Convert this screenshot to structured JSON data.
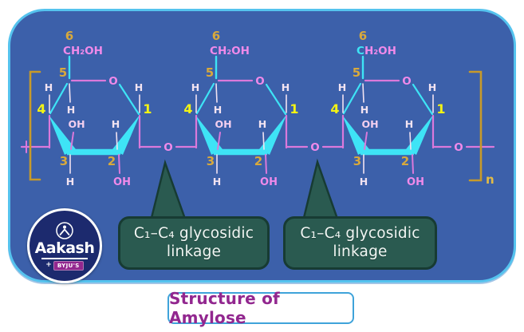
{
  "theme": {
    "panel_bg": "#3c60aa",
    "panel_border": "#55c3ee",
    "callout_bg": "#2a5a50",
    "callout_border": "#173b33",
    "callout_text": "#f1f6f3",
    "title_color": "#92278f",
    "title_border": "#3fa3da",
    "logo_bg": "#1c2a6e",
    "badge_bg": "#93278f"
  },
  "molecule": {
    "colors": {
      "cyan": "#3ee4f6",
      "pink_line": "#db79db",
      "pink_text": "#f08aea",
      "light_text": "#f2e3f1",
      "inner_oh": "#f3cfef",
      "gold": "#d8a93c",
      "bright_yellow": "#f4f414",
      "bracket": "#c79a2a",
      "n_color": "#e3bc45"
    },
    "rings": [
      {
        "num6": "6",
        "ch2oh": "CH₂OH",
        "num5": "5",
        "h_c4": "H",
        "h_c1": "H",
        "num4": "4",
        "num1": "1",
        "h_c5": "H",
        "oh_c3": "OH",
        "h_c2": "H",
        "num3": "3",
        "num2": "2",
        "h_c3": "H",
        "oh_c2": "OH",
        "ring_o": "O",
        "ch2oh_cyan_c": false
      },
      {
        "num6": "6",
        "ch2oh": "CH₂OH",
        "num5": "5",
        "h_c4": "H",
        "h_c1": "H",
        "num4": "4",
        "num1": "1",
        "h_c5": "H",
        "oh_c3": "OH",
        "h_c2": "H",
        "num3": "3",
        "num2": "2",
        "h_c3": "H",
        "oh_c2": "OH",
        "ring_o": "O",
        "ch2oh_cyan_c": false
      },
      {
        "num6": "6",
        "ch2oh": "CH₂OH",
        "num5": "5",
        "h_c4": "H",
        "h_c1": "H",
        "num4": "4",
        "num1": "1",
        "h_c5": "H",
        "oh_c3": "OH",
        "h_c2": "H",
        "num3": "3",
        "num2": "2",
        "h_c3": "H",
        "oh_c2": "OH",
        "ring_o": "O",
        "ch2oh_cyan_c": true
      }
    ],
    "link_o_1": "O",
    "link_o_2": "O",
    "terminal_o": "O",
    "bracket_n": "n"
  },
  "callouts": [
    {
      "line1": "C₁–C₄ glycosidic",
      "line2": "linkage"
    },
    {
      "line1": "C₁–C₄ glycosidic",
      "line2": "linkage"
    }
  ],
  "logo": {
    "brand": "Aakash",
    "plus": "+",
    "byjus": "BYJU'S"
  },
  "title": {
    "text": "Structure of Amylose"
  }
}
